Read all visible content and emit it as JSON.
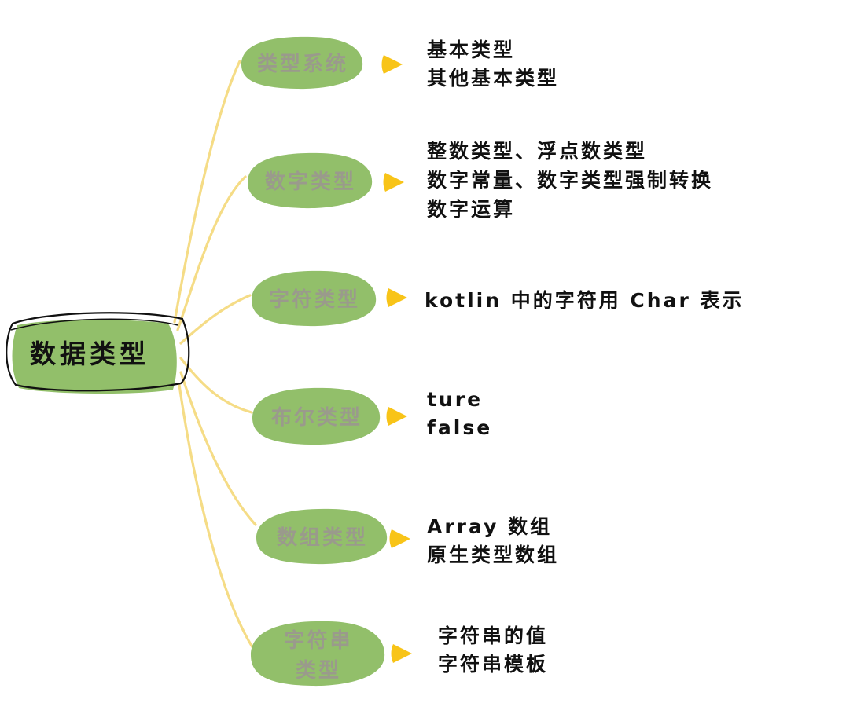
{
  "root": {
    "label": "数据类型"
  },
  "colors": {
    "connector": "#f5dc86",
    "blob": "#92bf6a",
    "arrow": "#f8c418",
    "root_outline": "#111111",
    "branch_text": "#9a9a8c",
    "leaf_text": "#111111"
  },
  "branches": [
    {
      "label": [
        "类型系统"
      ],
      "items": [
        "基本类型",
        "其他基本类型"
      ]
    },
    {
      "label": [
        "数字类型"
      ],
      "items": [
        "整数类型、浮点数类型",
        "数字常量、数字类型强制转换",
        "数字运算"
      ]
    },
    {
      "label": [
        "字符类型"
      ],
      "items": [
        "kotlin 中的字符用 Char 表示"
      ]
    },
    {
      "label": [
        "布尔类型"
      ],
      "items": [
        "ture",
        "false"
      ]
    },
    {
      "label": [
        "数组类型"
      ],
      "items": [
        "Array 数组",
        "原生类型数组"
      ]
    },
    {
      "label": [
        "字符串",
        "类型"
      ],
      "items": [
        "字符串的值",
        "字符串模板"
      ]
    }
  ]
}
